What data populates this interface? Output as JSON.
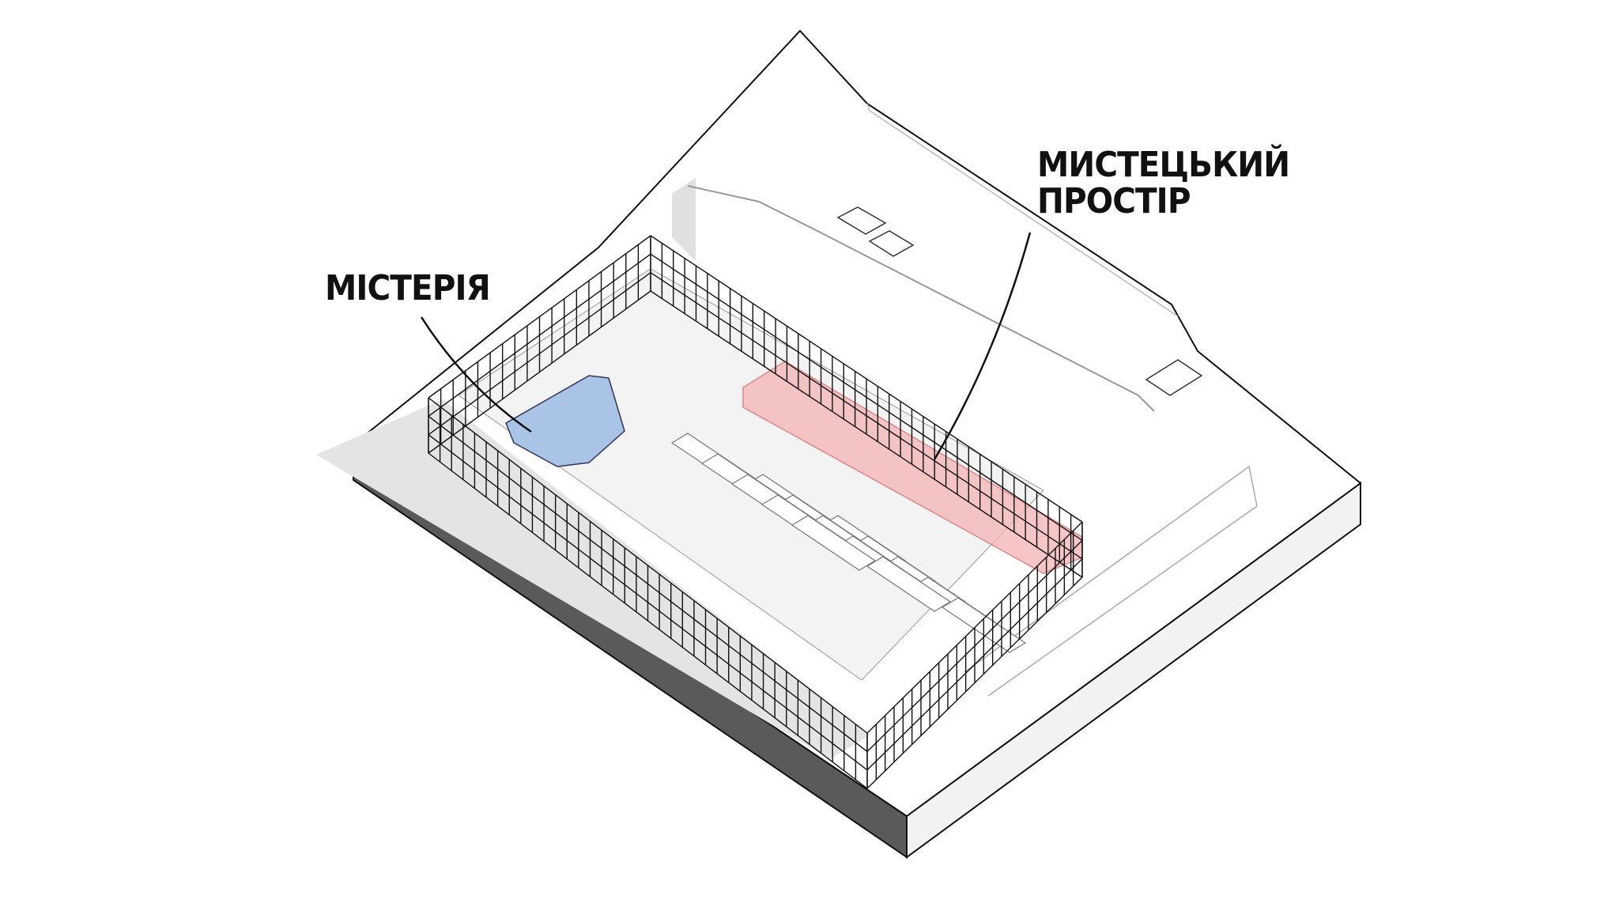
{
  "labels": {
    "misteria": "МІСТЕРІЯ",
    "art_space_line1": "МИСТЕЦЬКИЙ",
    "art_space_line2": "ПРОСТІР"
  },
  "colors": {
    "misteria_zone": "#a9c4e6",
    "art_space_zone": "#f4b8b8",
    "slab_side": "#5e5e5e",
    "slab_front": "#8a8a8a"
  }
}
